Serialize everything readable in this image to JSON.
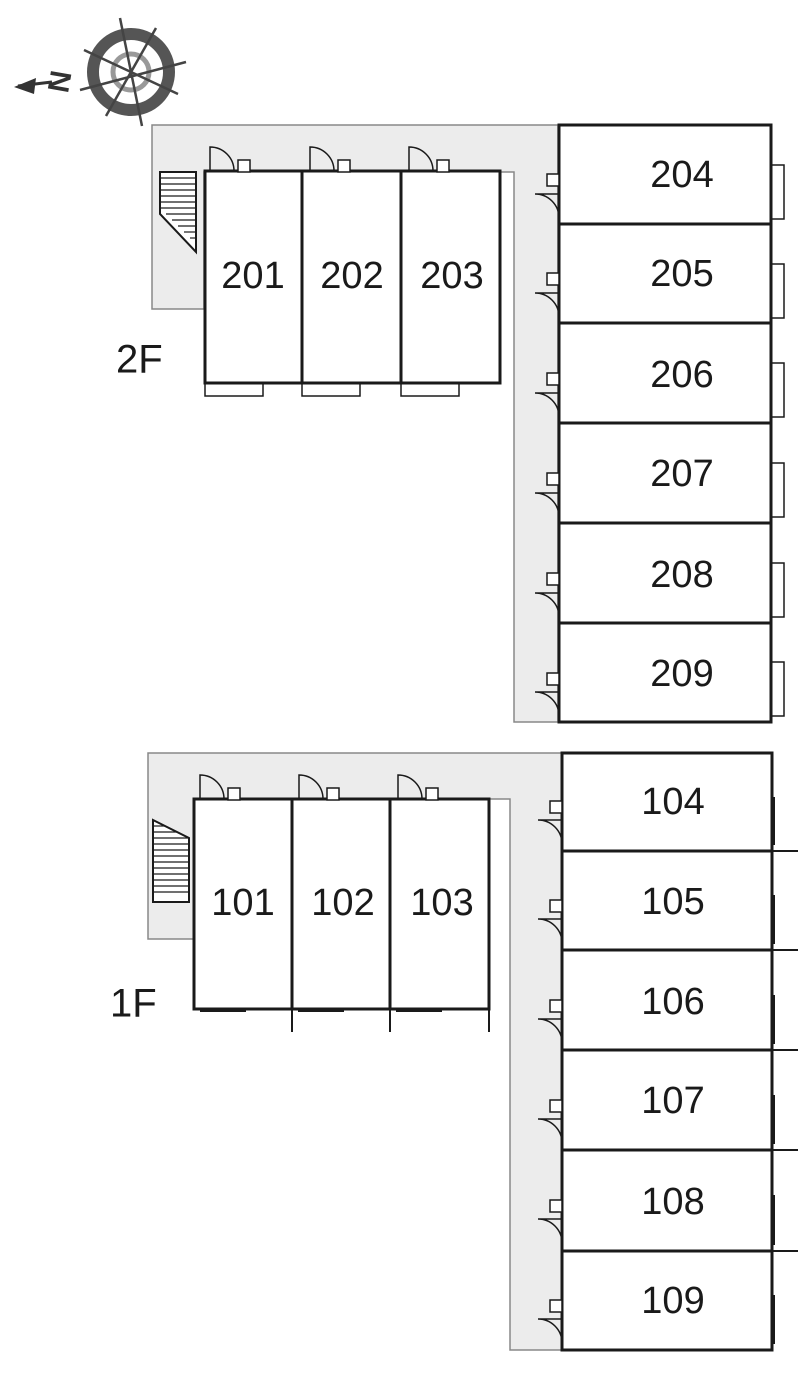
{
  "compass": {
    "letter": "N"
  },
  "colors": {
    "corridor": "#ececec",
    "line": "#1a1a1a",
    "corridor_edge": "#888888"
  },
  "floors": [
    {
      "label": "2F",
      "west_units": [
        "201",
        "202",
        "203"
      ],
      "east_units": [
        "204",
        "205",
        "206",
        "207",
        "208",
        "209"
      ]
    },
    {
      "label": "1F",
      "west_units": [
        "101",
        "102",
        "103"
      ],
      "east_units": [
        "104",
        "105",
        "106",
        "107",
        "108",
        "109"
      ]
    }
  ]
}
